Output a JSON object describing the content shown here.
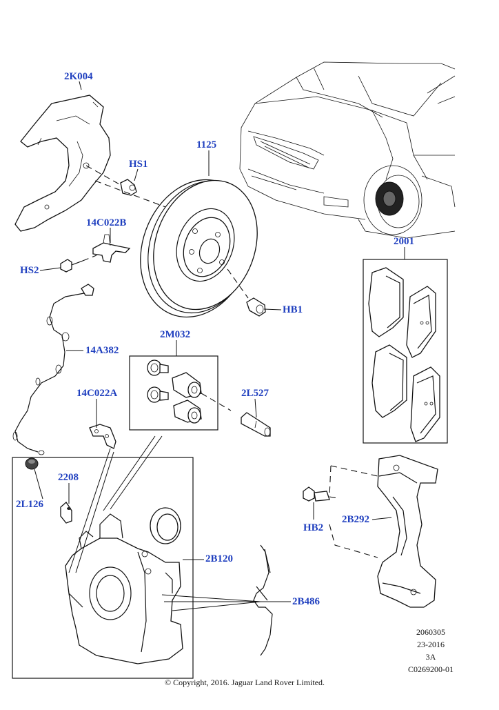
{
  "labels": {
    "shield": "2K004",
    "bolt_hs1": "HS1",
    "disc": "1125",
    "bracket_b": "14C022B",
    "bolt_hs2": "HS2",
    "bolt_hb1": "HB1",
    "sensor": "14A382",
    "guide_kit": "2M032",
    "guide_pin": "2L527",
    "bracket_a": "14C022A",
    "pad_set": "2001",
    "bleed_screw": "2208",
    "cap": "2L126",
    "carrier_bolt_hb2": "HB2",
    "carrier": "2B292",
    "caliper": "2B120",
    "spring_clip": "2B486"
  },
  "footer": {
    "line1": "2060305",
    "line2": "23-2016",
    "line3": "3A",
    "line4": "C0269200-01",
    "copyright": "© Copyright, 2016. Jaguar Land Rover Limited."
  }
}
